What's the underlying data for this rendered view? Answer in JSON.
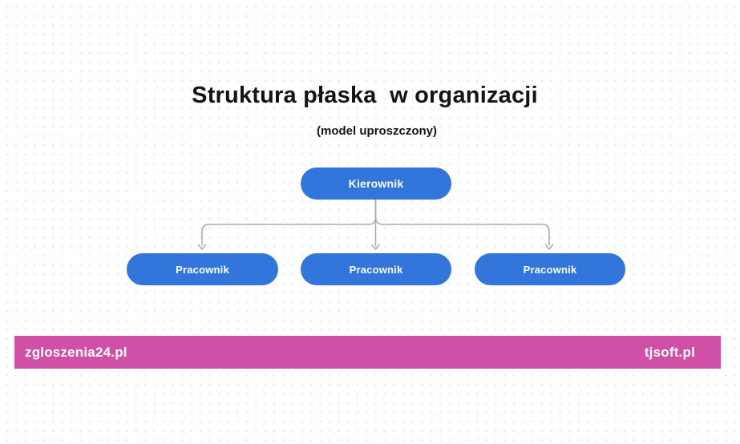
{
  "page": {
    "title": "Struktura płaska  w organizacji",
    "subtitle": "(model uproszczony)"
  },
  "org_chart": {
    "root": {
      "label": "Kierownik"
    },
    "children": [
      {
        "label": "Pracownik"
      },
      {
        "label": "Pracownik"
      },
      {
        "label": "Pracownik"
      }
    ]
  },
  "footer": {
    "left_text": "zgloszenia24.pl",
    "right_text": "tjsoft.pl"
  },
  "colors": {
    "node_blue": "#3276DC",
    "footer_pink": "#D050A8",
    "connector_gray": "#A9A9A9",
    "title_black": "#141414",
    "dot_grid": "#E9E9E9"
  }
}
